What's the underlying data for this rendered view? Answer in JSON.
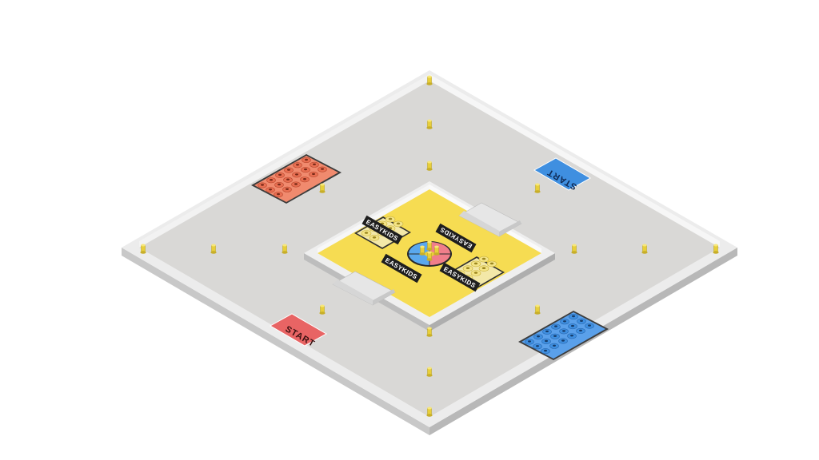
{
  "scene": {
    "colors": {
      "background": "#ffffff",
      "floor": "#d8d7d5",
      "wall_top": "#eeeeee",
      "wall_side": "#c4c4c4",
      "arena": "#f6dc52",
      "peg": "#e8cf3a",
      "red": "#e86f52",
      "blue": "#3f8fe0",
      "center_red": "#f07e8a",
      "center_blue": "#5aa8ee"
    },
    "start_red": {
      "label": "START"
    },
    "start_blue": {
      "label": "START"
    },
    "logos": [
      {
        "label": "EASYKIDS"
      },
      {
        "label": "EASYKIDS"
      },
      {
        "label": "EASYKIDS"
      },
      {
        "label": "EASYKIDS"
      }
    ],
    "icons": {
      "peg": "peg-icon",
      "ramp": "ramp-icon"
    }
  }
}
